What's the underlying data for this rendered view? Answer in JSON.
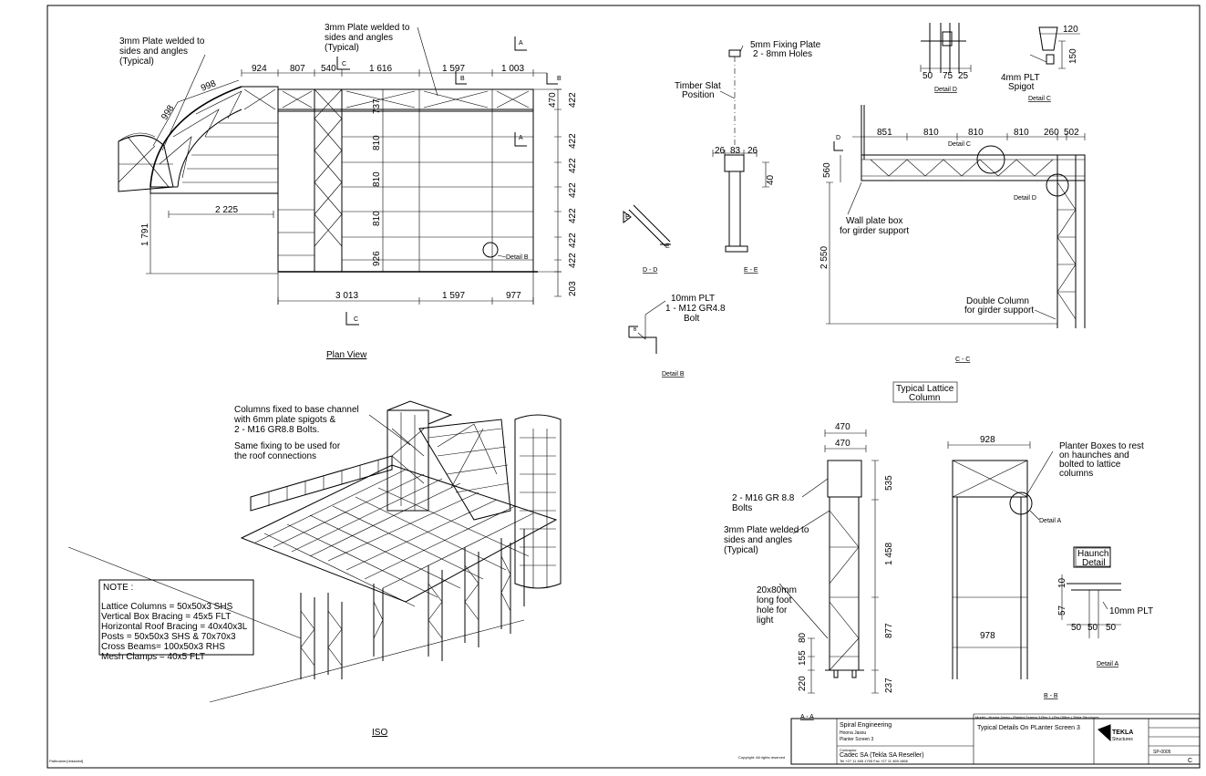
{
  "plan_view": {
    "title": "Plan View",
    "note_plate_left": [
      "3mm Plate welded to",
      "sides and angles",
      "(Typical)"
    ],
    "note_plate_top": [
      "3mm Plate welded to",
      "sides and angles",
      "(Typical)"
    ],
    "dims_top": [
      "924",
      "807",
      "540",
      "1 616",
      "1 597",
      "1 003"
    ],
    "dims_right": [
      "470",
      "422",
      "422",
      "422",
      "422",
      "422",
      "422",
      "422",
      "203"
    ],
    "dims_inner": [
      "737",
      "810",
      "810",
      "810",
      "926"
    ],
    "dims_bottom": [
      "3 013",
      "1 597",
      "977"
    ],
    "dim_left": "1 791",
    "dim_inner_h": "2 225",
    "dims_arc": [
      "998",
      "998"
    ],
    "section_marks": [
      "A",
      "B",
      "C",
      "A",
      "C",
      "B"
    ],
    "detail_callout": "Detail B"
  },
  "section_dd": {
    "title": "D - D",
    "marks": [
      "E",
      "E"
    ]
  },
  "section_ee": {
    "title": "E - E",
    "note_fixing": [
      "5mm Fixing Plate",
      "2 - 8mm Holes"
    ],
    "note_slat": [
      "Timber Slat",
      "Position"
    ],
    "dims": [
      "26",
      "83",
      "26",
      "40"
    ]
  },
  "detail_b": {
    "title": "Detail B",
    "note": [
      "10mm PLT",
      "1 - M12 GR4.8",
      "Bolt"
    ],
    "mark": "B"
  },
  "detail_d": {
    "title": "Detail D",
    "dims": [
      "50",
      "75",
      "25"
    ]
  },
  "detail_c": {
    "title": "Detail C",
    "dims": [
      "120",
      "150"
    ],
    "note": [
      "4mm PLT",
      "Spigot"
    ]
  },
  "section_cc": {
    "title": "C - C",
    "dims_top": [
      "851",
      "810",
      "810",
      "810",
      "260",
      "502"
    ],
    "dim_560": "560",
    "dim_2550": "2 550",
    "note_wall": [
      "Wall plate box",
      "for girder support"
    ],
    "note_double": [
      "Double Column",
      "for girder support"
    ],
    "callout_c": "Detail C",
    "callout_d": "Detail D",
    "mark": "D"
  },
  "iso": {
    "title": "ISO",
    "note_columns": [
      "Columns fixed to base channel",
      "with 6mm plate spigots &",
      "2 - M16 GR8.8 Bolts."
    ],
    "note_same": [
      "Same fixing to be used for",
      "the roof connections"
    ]
  },
  "notes": {
    "heading": "NOTE :",
    "lines": [
      "Lattice Columns = 50x50x3 SHS",
      "Vertical Box Bracing = 45x5 FLT",
      "Horizontal Roof Bracing = 40x40x3L",
      "Posts = 50x50x3 SHS & 70x70x3",
      "Cross Beams= 100x50x3 RHS",
      "Mesh Clamps = 40x5 FLT"
    ]
  },
  "lattice_column": {
    "label": [
      "Typical Lattice",
      "Column"
    ],
    "section_title": "A - A",
    "dims_top": [
      "470",
      "470"
    ],
    "dims_right": [
      "535",
      "1 458",
      "877",
      "237"
    ],
    "dims_left": [
      "80",
      "155",
      "220"
    ],
    "note_bolts": [
      "2 - M16 GR 8.8",
      "Bolts"
    ],
    "note_plate": [
      "3mm Plate welded to",
      "sides and angles",
      "(Typical)"
    ],
    "note_hole": [
      "20x80mm",
      "long foot",
      "hole for",
      "light"
    ]
  },
  "section_bb": {
    "title": "B - B",
    "dim_top": "928",
    "dim_mid": "978",
    "note": [
      "Planter Boxes to rest",
      "on haunches and",
      "bolted to lattice",
      "columns"
    ],
    "callout": "Detail A"
  },
  "haunch": {
    "label": [
      "Haunch",
      "Detail"
    ],
    "title": "Detail A",
    "dims": [
      "10",
      "57",
      "50",
      "50",
      "50"
    ],
    "note": "10mm PLT"
  },
  "title_block": {
    "company": "Spiral Engineering",
    "line2": "Hoona Jassu",
    "line3": "Planter Screen 3",
    "drawing_title": "Typical Details On PLanter Screen 3",
    "client_label": "Contractor",
    "client": "Cadec SA (Tekla SA Reseller)",
    "client_tel": "Tel +27 11 465 1755 Fax +27 11 465 1866",
    "copyright": "Copyright: All rights reserved",
    "logo_text": "TEKLA",
    "logo_sub": "Structures",
    "sheet_no": "SP-0005",
    "rev": "C",
    "header_strip": "Model - Hoona Jassu - Planter Screen 3 Rev 1 | Pro Office | Tekla Structures",
    "left_footer": "Pathname:[redacted]"
  },
  "colors": {
    "ink": "#000000",
    "paper": "#ffffff",
    "detail_circle": "#000000"
  }
}
